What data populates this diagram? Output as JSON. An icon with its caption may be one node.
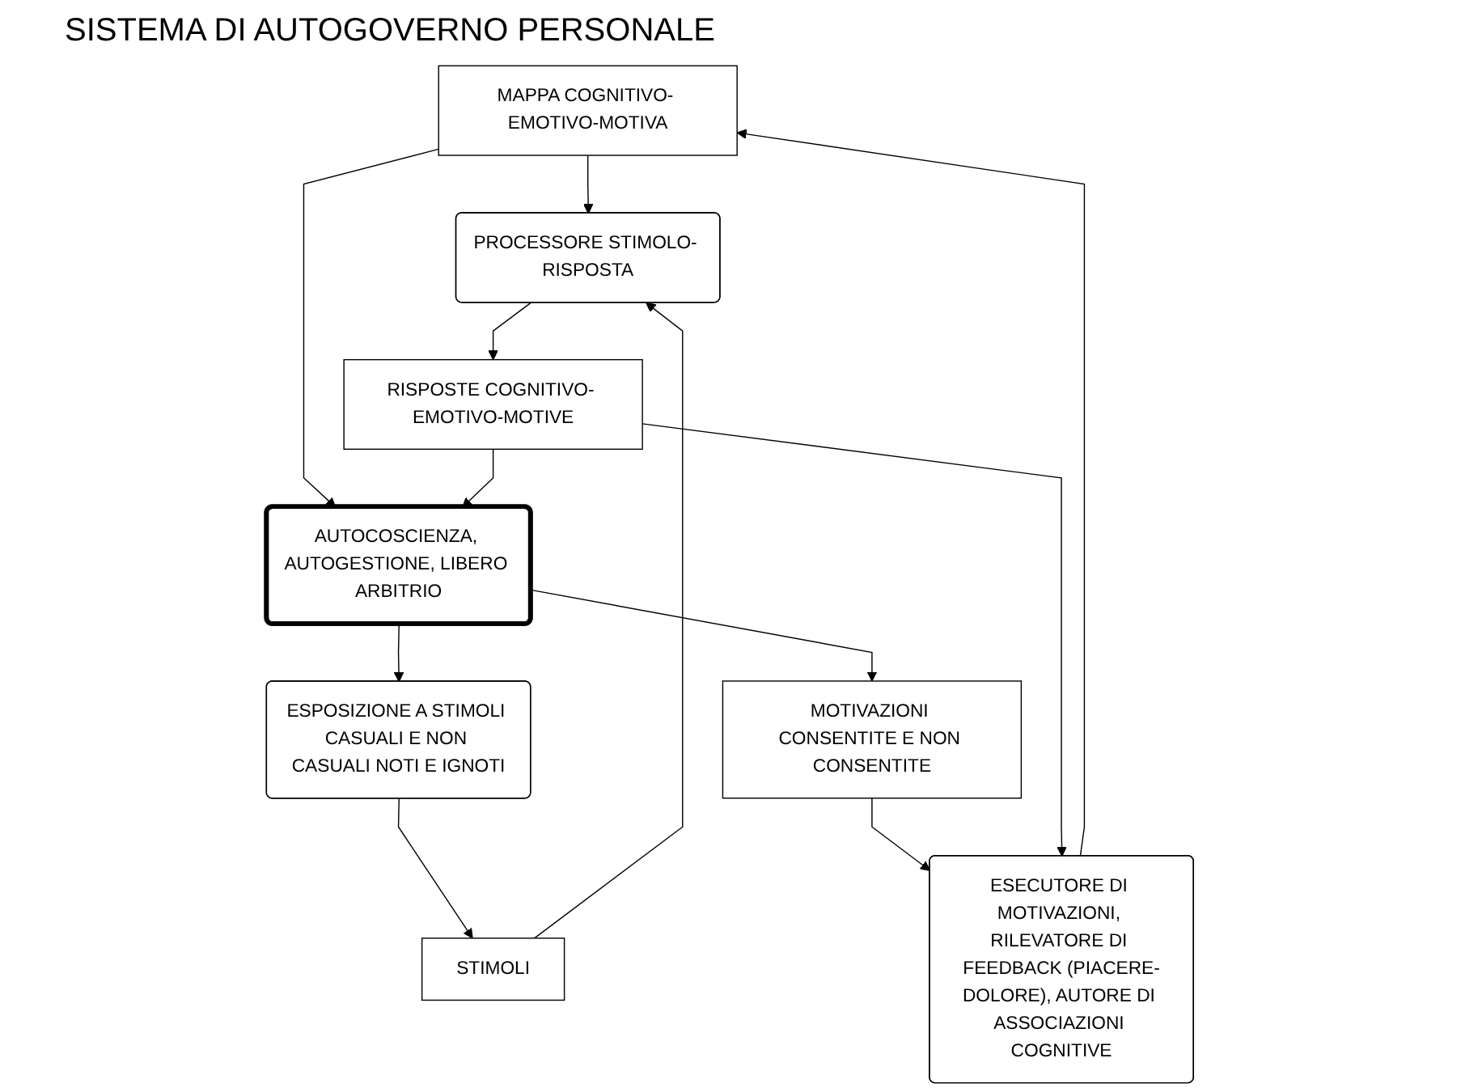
{
  "diagram": {
    "title": "SISTEMA DI AUTOGOVERNO PERSONALE",
    "nodes": [
      {
        "text": [
          "MAPPA COGNITIVO- EMOTIVO-MOTIVA"
        ]
      },
      {
        "text": [
          "ESPOSIZIONE A STIMOLI CASUALI E NON CASUALI NOTI E IGNOTI"
        ]
      },
      {
        "text": [
          "STIMOLI"
        ]
      },
      {
        "text": [
          "PROCESSORE STIMOLO- RISPOSTA"
        ]
      },
      {
        "text": [
          "AUTOCOSCIENZA, AUTOGESTIONE, LIBERO ARBITRIO"
        ]
      },
      {
        "text": [
          "RISPOSTE COGNITIVO- EMOTIVO-MOTIVE"
        ]
      },
      {
        "text": [
          "MOTIVAZIONI CONSENTITE E NON CONSENTITE"
        ]
      },
      {
        "text": [
          "ESECUTORE DI MOTIVAZIONI, RILEVATORE DI FEEDBACK (PIACERE-DOLORE), AUTORE DI ASSOCIAZIONI COGNITIVE"
        ]
      }
    ],
    "edges": [
      {
        "from": 0,
        "to": 3,
        "arrow": "to"
      },
      {
        "from": 0,
        "to": 4,
        "arrow": "to"
      },
      {
        "from": 1,
        "to": 2,
        "arrow": "to"
      },
      {
        "from": 2,
        "to": 3,
        "arrow": "to"
      },
      {
        "from": 3,
        "to": 5,
        "arrow": "to"
      },
      {
        "from": 5,
        "to": 4,
        "arrow": "to"
      },
      {
        "from": 4,
        "to": 1,
        "arrow": "to"
      },
      {
        "from": 4,
        "to": 6,
        "arrow": "to"
      },
      {
        "from": 6,
        "to": 7,
        "arrow": "to"
      },
      {
        "from": 5,
        "to": 7,
        "arrow": "to"
      },
      {
        "from": 7,
        "to": 0,
        "arrow": "to"
      }
    ]
  }
}
